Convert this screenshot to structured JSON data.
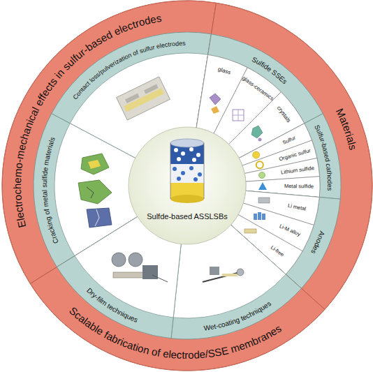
{
  "diagram": {
    "nodes": [
      {
        "text": [
          "Sulfde-based ASSLSBs"
        ]
      },
      {
        "text": [
          "Electrochemo-mechanical effects in sulfur-based electrodes"
        ]
      },
      {
        "text": [
          "Contact loss/pulverization of sulfur electrodes"
        ],
        "in": 1
      },
      {
        "text": [
          "Cracking of metal sulfide materials"
        ],
        "in": 1
      },
      {
        "text": [
          "Materials"
        ]
      },
      {
        "text": [
          "Sulfide SSEs"
        ],
        "in": 4
      },
      {
        "text": [
          "glass"
        ],
        "in": 5
      },
      {
        "text": [
          "glass-ceramics"
        ],
        "in": 5
      },
      {
        "text": [
          "crystals"
        ],
        "in": 5
      },
      {
        "text": [
          "Sulfur-based cathodes"
        ],
        "in": 4
      },
      {
        "text": [
          "Sulfur"
        ],
        "in": 9
      },
      {
        "text": [
          "Organic sulfur"
        ],
        "in": 9
      },
      {
        "text": [
          "Lithium sulfide"
        ],
        "in": 9
      },
      {
        "text": [
          "Metal sulfide"
        ],
        "in": 9
      },
      {
        "text": [
          "Anodes"
        ],
        "in": 4
      },
      {
        "text": [
          "Li metal"
        ],
        "in": 14
      },
      {
        "text": [
          "Li-M alloy"
        ],
        "in": 14
      },
      {
        "text": [
          "Li-free"
        ],
        "in": 14
      },
      {
        "text": [
          "Scalable fabrication of electrode/SSE membranes"
        ]
      },
      {
        "text": [
          "Wet-coating techniques"
        ],
        "in": 18
      },
      {
        "text": [
          "Dry-film techniques"
        ],
        "in": 18
      }
    ]
  }
}
